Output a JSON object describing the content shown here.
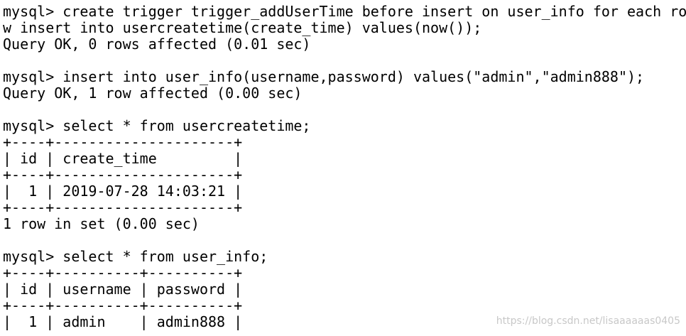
{
  "terminal": {
    "lines": [
      "mysql> create trigger trigger_addUserTime before insert on user_info for each ro",
      "w insert into usercreatetime(create_time) values(now());",
      "Query OK, 0 rows affected (0.01 sec)",
      "",
      "mysql> insert into user_info(username,password) values(\"admin\",\"admin888\");",
      "Query OK, 1 row affected (0.00 sec)",
      "",
      "mysql> select * from usercreatetime;",
      "+----+---------------------+",
      "| id | create_time         |",
      "+----+---------------------+",
      "|  1 | 2019-07-28 14:03:21 |",
      "+----+---------------------+",
      "1 row in set (0.00 sec)",
      "",
      "mysql> select * from user_info;",
      "+----+----------+----------+",
      "| id | username | password |",
      "+----+----------+----------+",
      "|  1 | admin    | admin888 |"
    ]
  },
  "watermark": "https://blog.csdn.net/lisaaaaaas0405"
}
